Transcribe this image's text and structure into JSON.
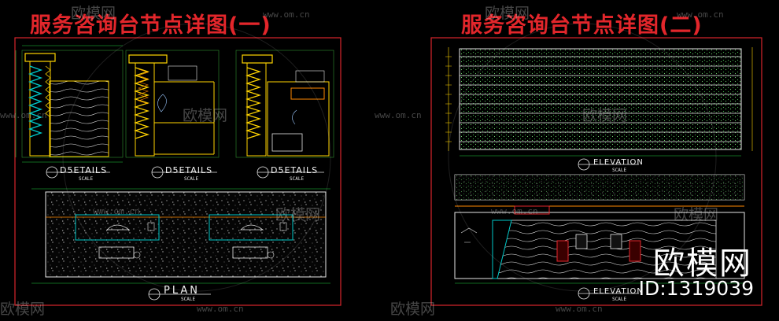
{
  "titles": {
    "left": "服务咨询台节点详图(一)",
    "right": "服务咨询台节点详图(二)"
  },
  "views": {
    "details_1": "D5ETAILS",
    "details_2": "D5ETAILS",
    "details_3": "D5ETAILS",
    "plan": "PLAN",
    "elevation_1": "ELEVATION",
    "elevation_2": "ELEVATION"
  },
  "scale_text": "SCALE",
  "watermark": {
    "brand": "欧模网",
    "url": "www.om.cn"
  },
  "branding": {
    "name": "欧模网",
    "id": "ID:1319039"
  },
  "colors": {
    "title": "#e3262b",
    "frame": "#d8262b",
    "linework": "#ffd400",
    "accent": "#00c8c8",
    "dimension": "#20d040"
  }
}
